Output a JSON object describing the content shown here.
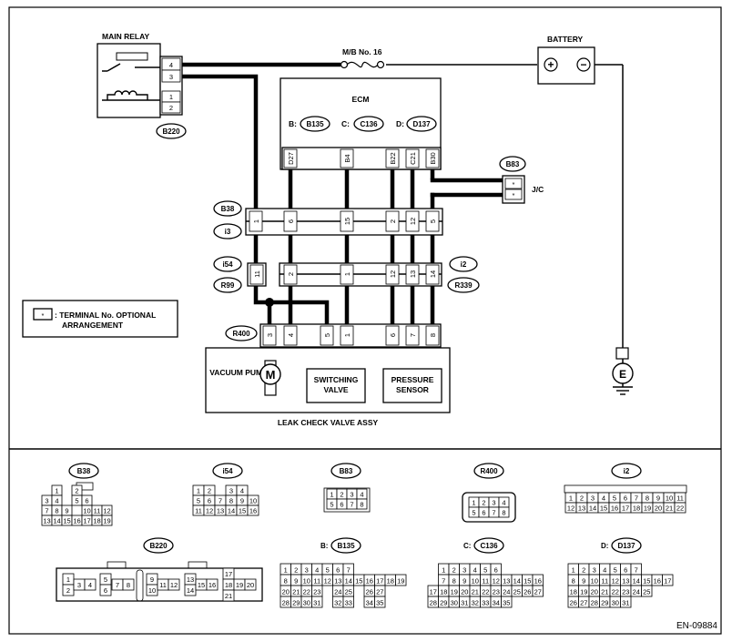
{
  "labels": {
    "main_relay": "MAIN RELAY",
    "battery": "BATTERY",
    "fuse": "M/B No. 16",
    "ecm": "ECM",
    "jc": "J/C",
    "vacuum_pump": "VACUUM PUMP",
    "motor": "M",
    "switching_valve": "SWITCHING VALVE",
    "pressure_sensor": "PRESSURE SENSOR",
    "assy": "LEAK CHECK VALVE ASSY",
    "ground": "E",
    "battery_plus": "+",
    "battery_minus": "−",
    "legend_star": "*",
    "legend_text_1": ": TERMINAL No. OPTIONAL",
    "legend_text_2": "ARRANGEMENT",
    "doc_code": "EN-09884"
  },
  "ecm_ports": [
    {
      "prefix": "B:",
      "id": "B135"
    },
    {
      "prefix": "C:",
      "id": "C136"
    },
    {
      "prefix": "D:",
      "id": "D137"
    }
  ],
  "connector_ids": {
    "b220": "B220",
    "b38": "B38",
    "i3": "i3",
    "i54": "i54",
    "r99": "R99",
    "i2": "i2",
    "r339": "R339",
    "r400": "R400",
    "b83": "B83"
  },
  "main_relay_pins": [
    "4",
    "3",
    "1",
    "2"
  ],
  "ecm_pins": [
    "D27",
    "B4",
    "B22",
    "C21",
    "B30"
  ],
  "b38_pins": [
    "1",
    "6",
    "15",
    "2",
    "12",
    "5"
  ],
  "i54_pins": [
    "11"
  ],
  "i2_pins": [
    "2",
    "1",
    "12",
    "13",
    "14"
  ],
  "r400_pins": [
    "3",
    "4",
    "5",
    "1",
    "6",
    "7",
    "8"
  ],
  "jc_pins": [
    "*",
    "*"
  ],
  "faces": {
    "b38": {
      "title": "B38",
      "rows": [
        [
          "1",
          "",
          "2"
        ],
        [
          "3",
          "4",
          "",
          "5",
          "6"
        ],
        [
          "7",
          "8",
          "9",
          "",
          "10",
          "11",
          "12"
        ],
        [
          "13",
          "14",
          "15",
          "16",
          "17",
          "18",
          "19"
        ]
      ]
    },
    "i54": {
      "title": "i54",
      "rows": [
        [
          "1",
          "2",
          "",
          "3",
          "4"
        ],
        [
          "5",
          "6",
          "7",
          "8",
          "9",
          "10"
        ],
        [
          "11",
          "12",
          "13",
          "14",
          "15",
          "16"
        ]
      ]
    },
    "b83": {
      "title": "B83",
      "rows": [
        [
          "1",
          "2",
          "3",
          "4"
        ],
        [
          "5",
          "6",
          "7",
          "8"
        ]
      ]
    },
    "r400": {
      "title": "R400",
      "rows": [
        [
          "1",
          "2",
          "3",
          "4"
        ],
        [
          "5",
          "6",
          "7",
          "8"
        ]
      ]
    },
    "i2": {
      "title": "i2",
      "rows": [
        [
          "1",
          "2",
          "3",
          "4",
          "5",
          "6",
          "7",
          "8",
          "9",
          "10",
          "11"
        ],
        [
          "12",
          "13",
          "14",
          "15",
          "16",
          "17",
          "18",
          "19",
          "20",
          "21",
          "22"
        ]
      ]
    },
    "b220": {
      "title": "B220",
      "cells": [
        "1",
        "2",
        "3",
        "4",
        "5",
        "6",
        "7",
        "8",
        "9",
        "10",
        "11",
        "12",
        "13",
        "14",
        "15",
        "16",
        "17",
        "18",
        "19",
        "20",
        "21"
      ]
    },
    "b135": {
      "prefix": "B:",
      "title": "B135",
      "rows": [
        [
          "1",
          "2",
          "3",
          "4",
          "5",
          "6",
          "7"
        ],
        [
          "8",
          "9",
          "10",
          "11",
          "12",
          "13",
          "14",
          "15",
          "16",
          "17",
          "18",
          "19"
        ],
        [
          "20",
          "21",
          "22",
          "23",
          "",
          "24",
          "25",
          "",
          "26",
          "27"
        ],
        [
          "28",
          "29",
          "30",
          "31",
          "",
          "32",
          "33",
          "",
          "34",
          "35"
        ]
      ]
    },
    "c136": {
      "prefix": "C:",
      "title": "C136",
      "rows": [
        [
          "1",
          "2",
          "3",
          "4",
          "5",
          "6"
        ],
        [
          "7",
          "8",
          "9",
          "10",
          "11",
          "12",
          "13",
          "14",
          "15",
          "16"
        ],
        [
          "17",
          "18",
          "19",
          "20",
          "21",
          "22",
          "23",
          "24",
          "25",
          "26",
          "27"
        ],
        [
          "28",
          "29",
          "30",
          "31",
          "32",
          "33",
          "34",
          "35"
        ]
      ]
    },
    "d137": {
      "prefix": "D:",
      "title": "D137",
      "rows": [
        [
          "1",
          "2",
          "3",
          "4",
          "5",
          "6",
          "7"
        ],
        [
          "8",
          "9",
          "10",
          "11",
          "12",
          "13",
          "14",
          "15",
          "16",
          "17"
        ],
        [
          "18",
          "19",
          "20",
          "21",
          "22",
          "23",
          "24",
          "25"
        ],
        [
          "26",
          "27",
          "28",
          "29",
          "30",
          "31"
        ]
      ]
    }
  }
}
